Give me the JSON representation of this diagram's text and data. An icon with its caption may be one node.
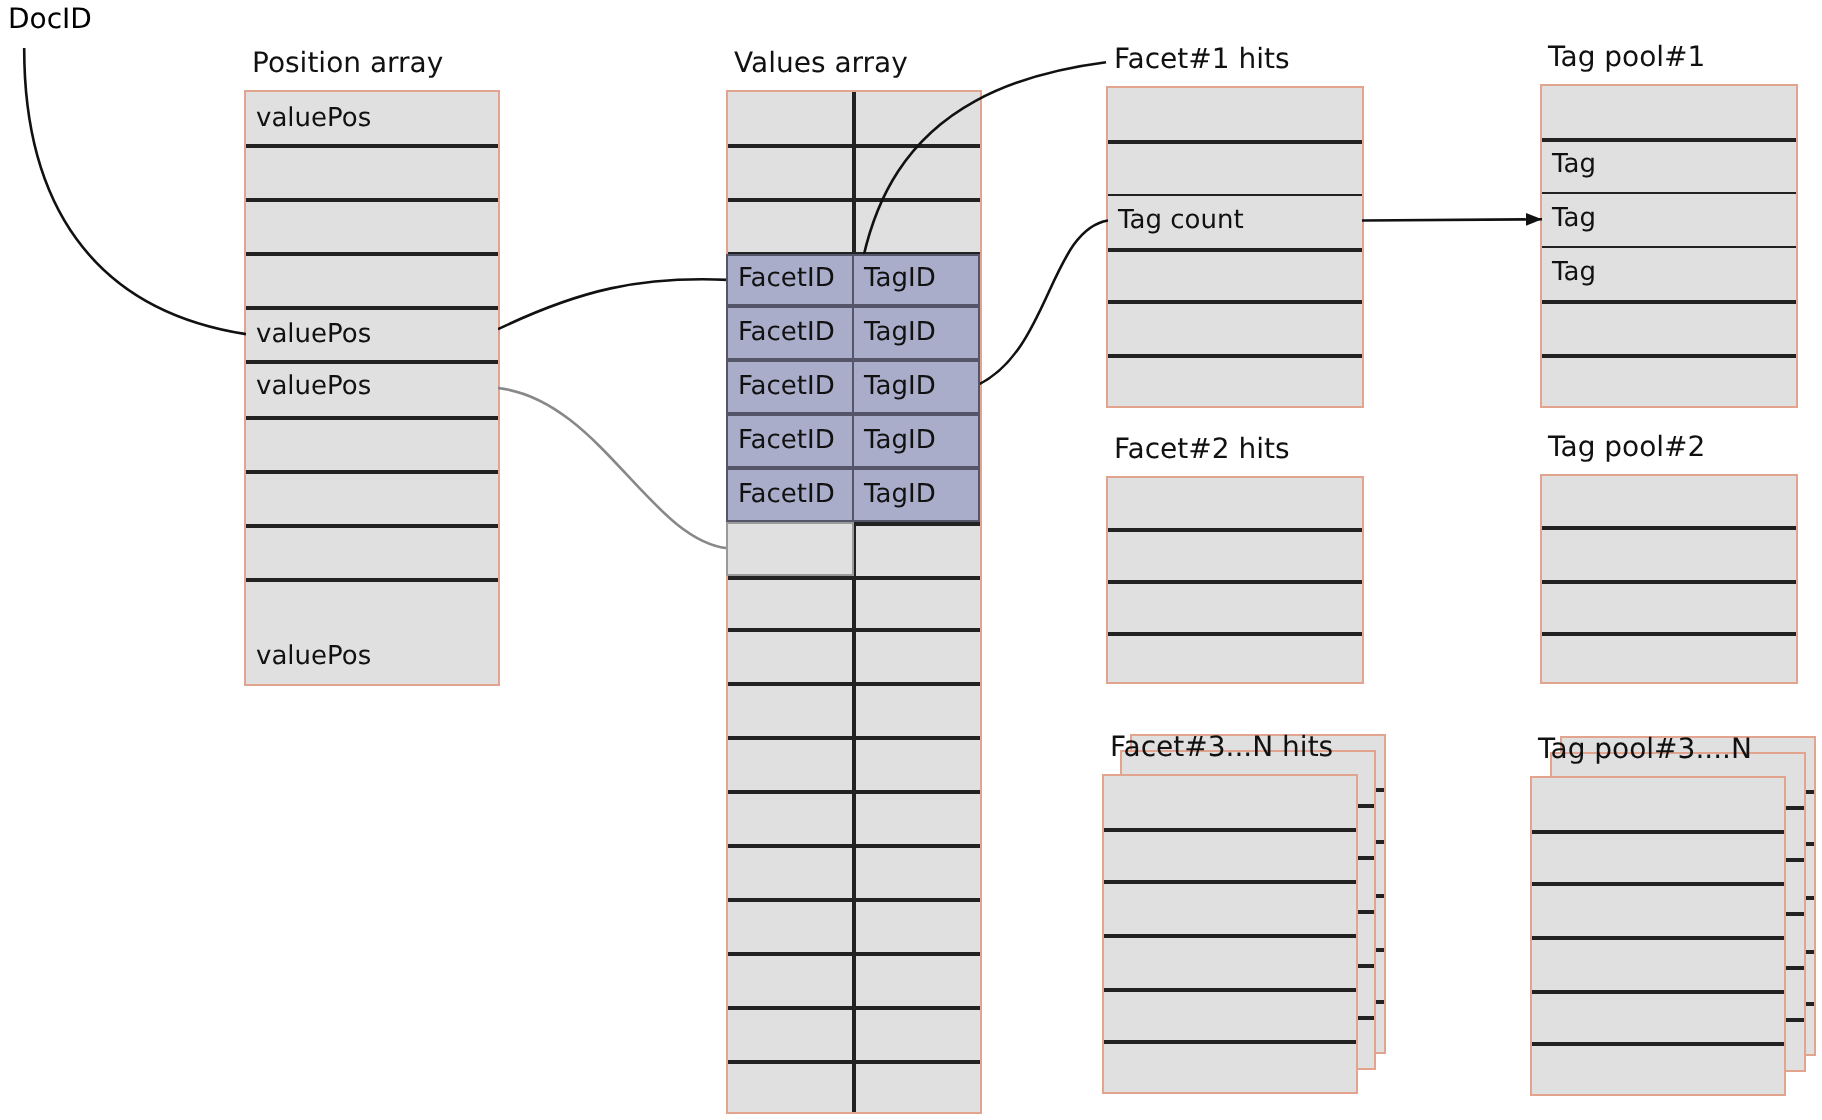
{
  "diagram": {
    "nodes": [
      {
        "text": [
          "DocID"
        ]
      },
      {
        "text": [
          "Position array"
        ]
      },
      {
        "text": [
          "valuePos"
        ],
        "in": 1
      },
      {
        "text": [
          "valuePos"
        ],
        "in": 1
      },
      {
        "text": [
          "valuePos"
        ],
        "in": 1
      },
      {
        "text": [
          "valuePos"
        ],
        "in": 1
      },
      {
        "text": [
          "Values array"
        ]
      },
      {
        "text": [
          "FacetID"
        ],
        "in": 6
      },
      {
        "text": [
          "TagID"
        ],
        "in": 6
      },
      {
        "text": [
          "FacetID"
        ],
        "in": 6
      },
      {
        "text": [
          "TagID"
        ],
        "in": 6
      },
      {
        "text": [
          "FacetID"
        ],
        "in": 6
      },
      {
        "text": [
          "TagID"
        ],
        "in": 6
      },
      {
        "text": [
          "FacetID"
        ],
        "in": 6
      },
      {
        "text": [
          "TagID"
        ],
        "in": 6
      },
      {
        "text": [
          "FacetID"
        ],
        "in": 6
      },
      {
        "text": [
          "TagID"
        ],
        "in": 6
      },
      {
        "text": [],
        "shape": "box",
        "in": 6
      },
      {
        "text": [
          "Facet#1 hits"
        ]
      },
      {
        "text": [
          "Tag count"
        ],
        "in": 18
      },
      {
        "text": [
          "Tag pool#1"
        ]
      },
      {
        "text": [
          "Tag"
        ],
        "in": 20
      },
      {
        "text": [
          "Tag"
        ],
        "in": 20
      },
      {
        "text": [
          "Tag"
        ],
        "in": 20
      },
      {
        "text": [
          "Facet#2 hits"
        ]
      },
      {
        "text": [
          "Tag pool#2"
        ]
      },
      {
        "text": [
          "Facet#3...N hits"
        ]
      },
      {
        "text": [
          "Tag pool#3....N"
        ]
      }
    ],
    "edges": [
      {
        "from": 0,
        "to": 3,
        "arrow": "none"
      },
      {
        "from": 3,
        "to": 7,
        "arrow": "none"
      },
      {
        "from": 4,
        "to": 17,
        "arrow": "none",
        "color": "#888888"
      },
      {
        "from": 18,
        "to": 11,
        "arrow": "none"
      },
      {
        "from": 12,
        "to": 19,
        "arrow": "none"
      },
      {
        "from": 19,
        "to": 22,
        "arrow": "to"
      }
    ]
  }
}
